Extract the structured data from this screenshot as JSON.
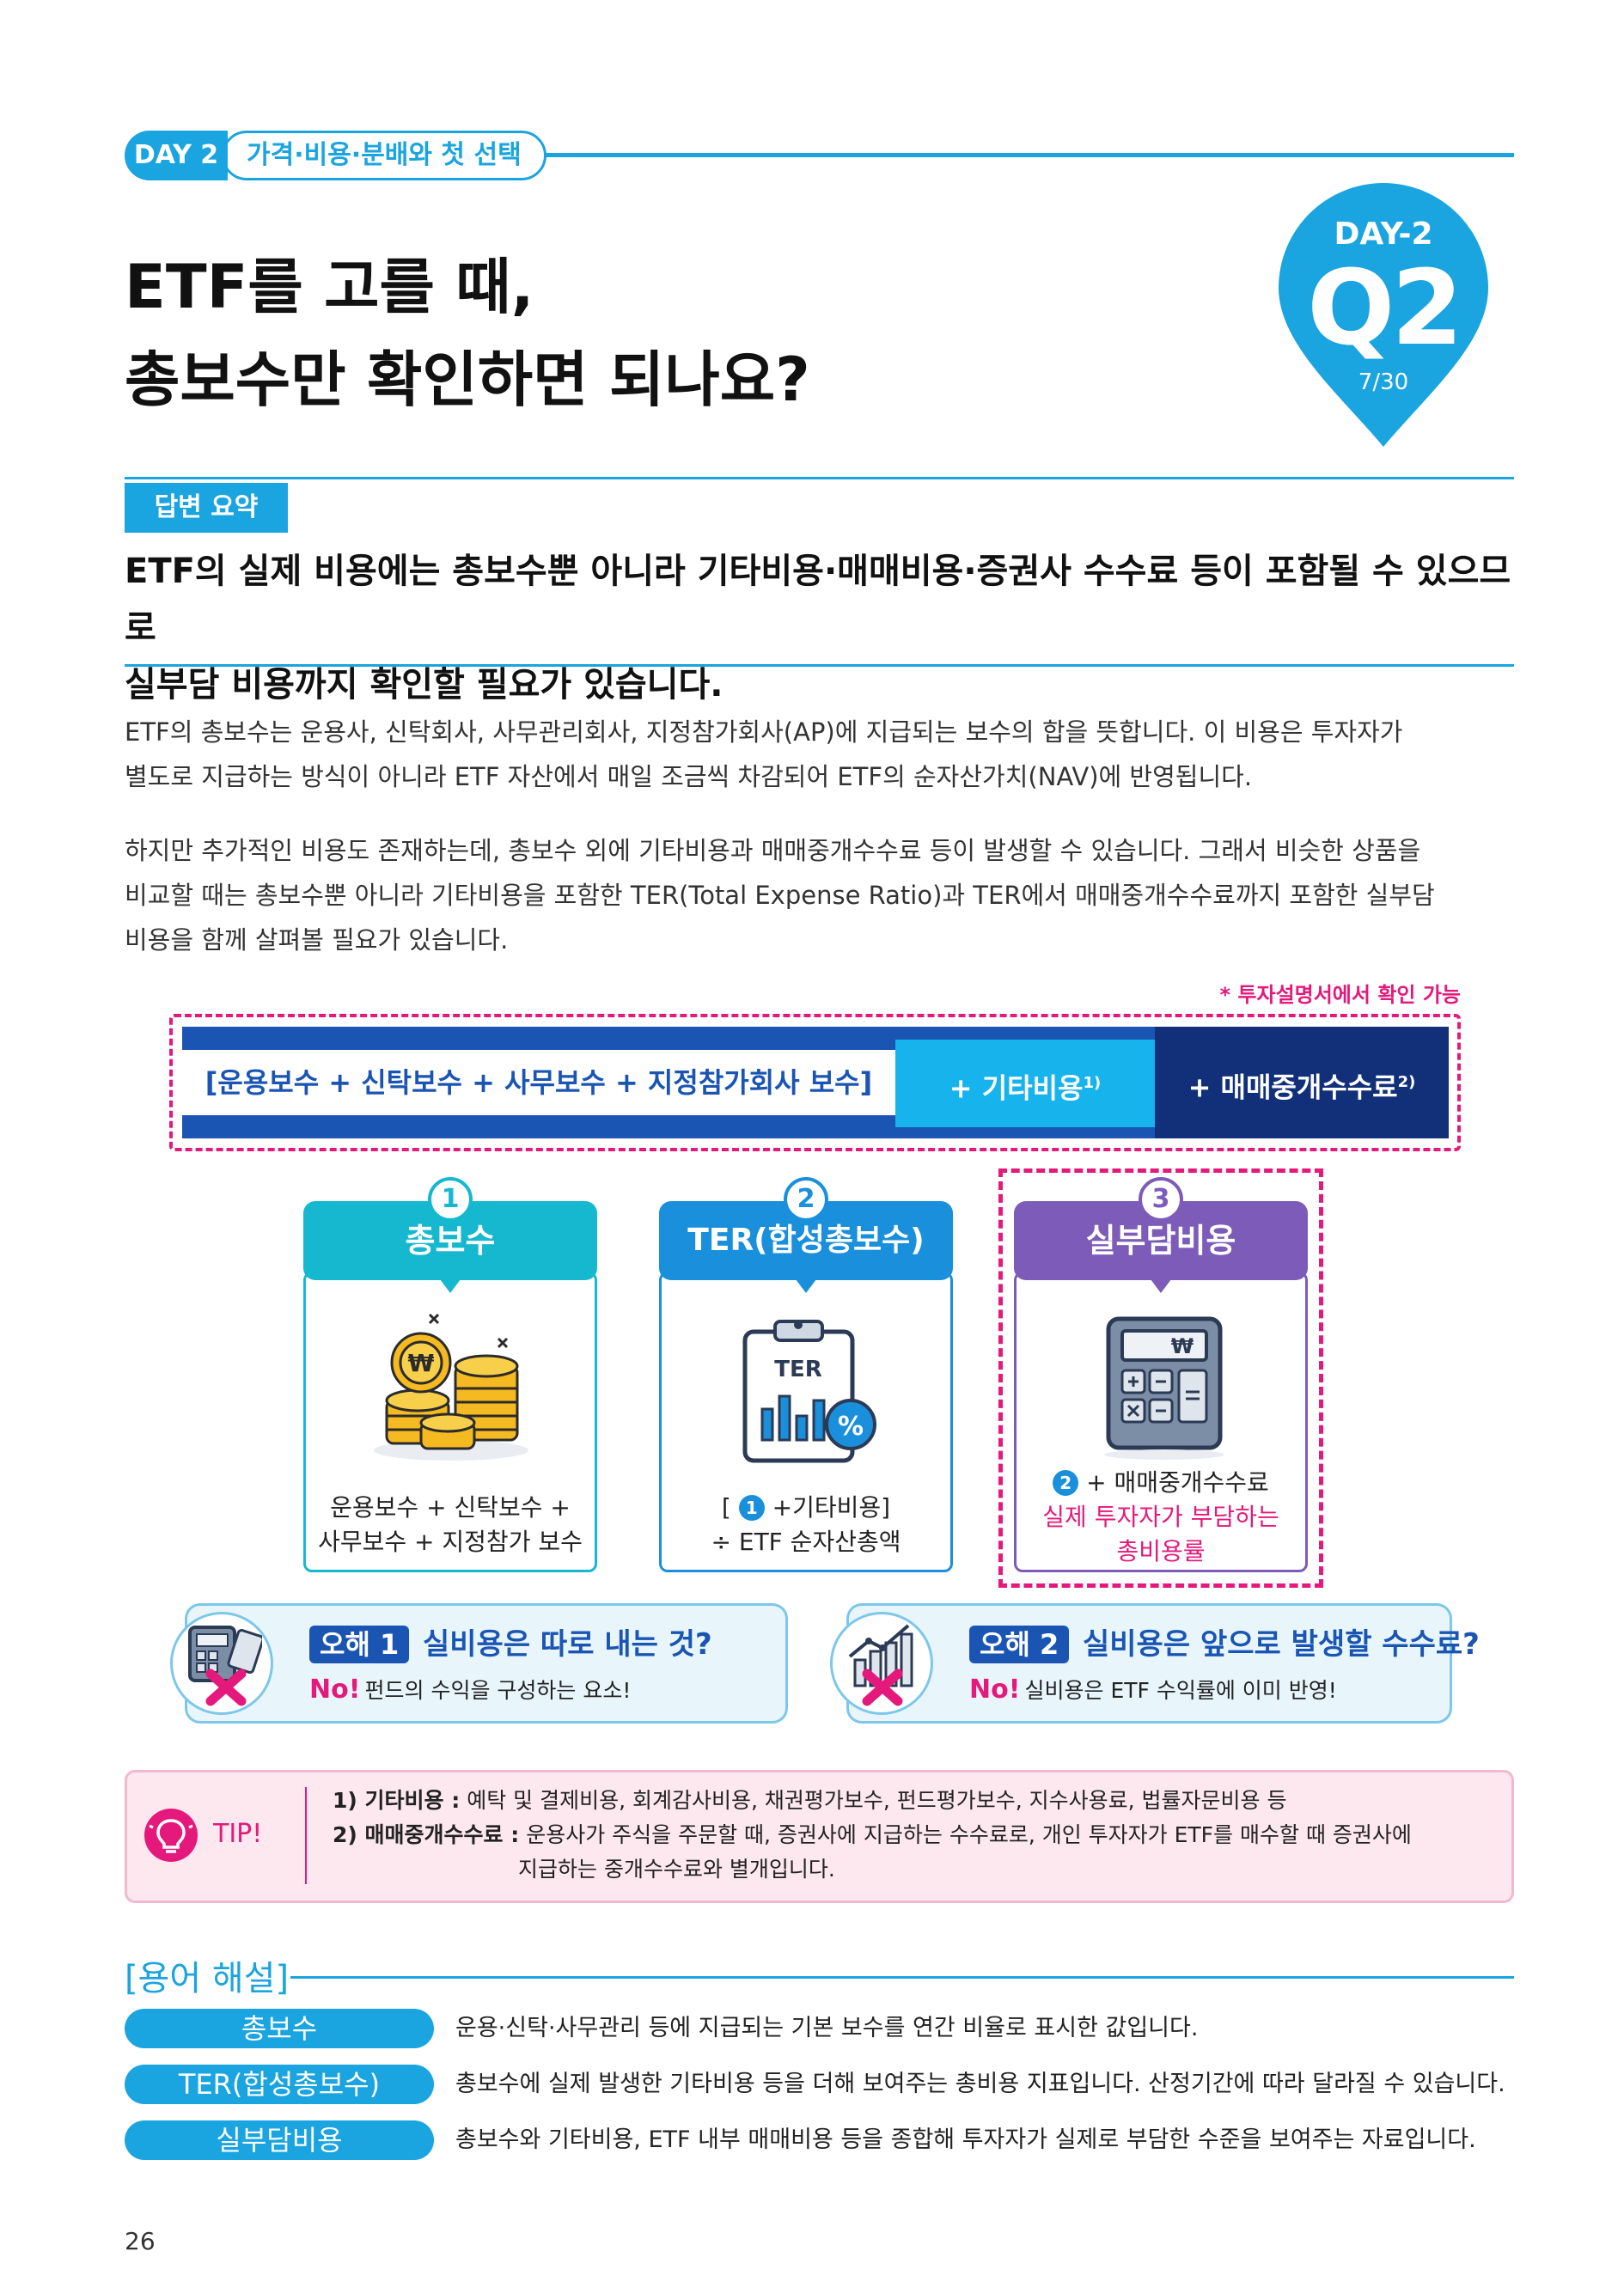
{
  "header": {
    "day_label": "DAY 2",
    "topic": "가격·비용·분배와 첫 선택"
  },
  "title": {
    "line1": "ETF를 고를 때,",
    "line2": "총보수만 확인하면 되나요?"
  },
  "badge": {
    "day": "DAY-2",
    "question": "Q2",
    "page": "7/30",
    "color": "#1aa4e0"
  },
  "summary": {
    "tag": "답변 요약",
    "line1": "ETF의 실제 비용에는 총보수뿐 아니라 기타비용·매매비용·증권사 수수료 등이 포함될 수 있으므로",
    "line2": "실부담 비용까지 확인할 필요가 있습니다."
  },
  "body": {
    "p1_l1": "ETF의 총보수는 운용사, 신탁회사, 사무관리회사, 지정참가회사(AP)에 지급되는 보수의 합을 뜻합니다. 이 비용은 투자자가",
    "p1_l2": "별도로 지급하는 방식이 아니라 ETF 자산에서 매일 조금씩 차감되어 ETF의 순자산가치(NAV)에 반영됩니다.",
    "p2_l1": "하지만 추가적인 비용도 존재하는데, 총보수 외에 기타비용과 매매중개수수료 등이 발생할 수 있습니다. 그래서 비슷한 상품을",
    "p2_l2": "비교할 때는 총보수뿐 아니라 기타비용을 포함한 TER(Total Expense Ratio)과 TER에서 매매중개수수료까지 포함한 실부담",
    "p2_l3": "비용을 함께 살펴볼 필요가 있습니다."
  },
  "cost_bar": {
    "note": "* 투자설명서에서 확인 가능",
    "segment1": "[운용보수 + 신탁보수 + 사무보수 + 지정참가회사 보수]",
    "segment2": "+ 기타비용",
    "segment2_sup": "1)",
    "segment3": "+ 매매중개수수료",
    "segment3_sup": "2)"
  },
  "cards": [
    {
      "num": "1",
      "title": "총보수",
      "line1": "운용보수 + 신탁보수 +",
      "line2": "사무보수 + 지정참가 보수",
      "color": "#15b8cf"
    },
    {
      "num": "2",
      "title": "TER(합성총보수)",
      "ref_num": "1",
      "line1_pre": "[",
      "line1_post": "+기타비용]",
      "line2": "÷ ETF 순자산총액",
      "color": "#1a8fdc",
      "icon_text": "TER",
      "icon_pct": "%"
    },
    {
      "num": "3",
      "title": "실부담비용",
      "ref_num": "2",
      "line1_post": "+ 매매중개수수료",
      "line2": "실제 투자자가 부담하는",
      "line3": "총비용률",
      "color": "#7c5cb8"
    }
  ],
  "misconceptions": [
    {
      "tag": "오해 1",
      "question": "실비용은 따로 내는 것?",
      "no": "No!",
      "answer": "펀드의 수익을 구성하는 요소!"
    },
    {
      "tag": "오해 2",
      "question": "실비용은 앞으로 발생할 수수료?",
      "no": "No!",
      "answer": "실비용은 ETF 수익률에 이미 반영!"
    }
  ],
  "tip": {
    "label": "TIP!",
    "item1_term": "1) 기타비용 :",
    "item1_desc": "예탁 및 결제비용, 회계감사비용, 채권평가보수, 펀드평가보수, 지수사용료, 법률자문비용 등",
    "item2_term": "2) 매매중개수수료 :",
    "item2_desc": "운용사가 주식을 주문할 때, 증권사에 지급하는 수수료로, 개인 투자자가 ETF를 매수할 때 증권사에",
    "item2_desc2": "지급하는 중개수수료와 별개입니다."
  },
  "glossary": {
    "title": "[용어 해설]",
    "items": [
      {
        "term": "총보수",
        "def": "운용·신탁·사무관리 등에 지급되는 기본 보수를 연간 비율로 표시한 값입니다."
      },
      {
        "term": "TER(합성총보수)",
        "def": "총보수에 실제 발생한 기타비용 등을 더해 보여주는 총비용 지표입니다. 산정기간에 따라 달라질 수 있습니다."
      },
      {
        "term": "실부담비용",
        "def": "총보수와 기타비용, ETF 내부 매매비용 등을 종합해 투자자가 실제로 부담한 수준을 보여주는 자료입니다."
      }
    ]
  },
  "page_number": "26"
}
